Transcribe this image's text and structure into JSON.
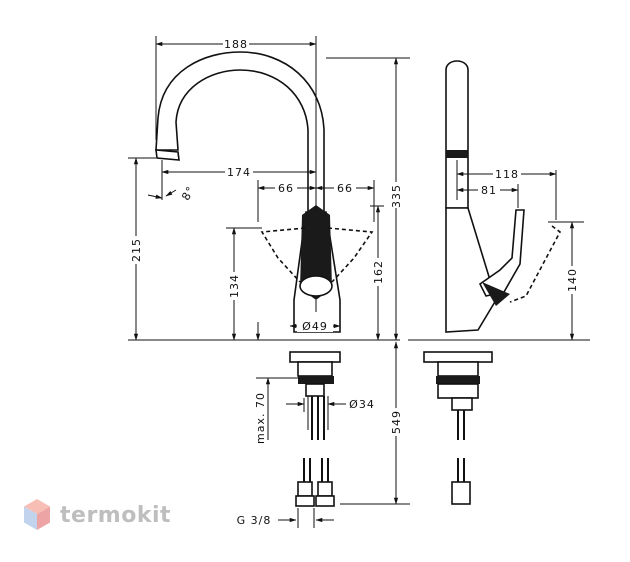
{
  "dimensions": {
    "d188": "188",
    "d174": "174",
    "d66_left": "66",
    "d66_right": "66",
    "angle": "8°",
    "d335": "335",
    "d215": "215",
    "d134": "134",
    "d162": "162",
    "d49": "Ø49",
    "d549": "549",
    "dmax70": "max. 70",
    "d34": "Ø34",
    "g38": "G 3/8",
    "d118": "118",
    "d81": "81",
    "d140": "140"
  },
  "watermark": {
    "text": "termokit",
    "colors": {
      "top": "#f08a7a",
      "left": "#8fb0e0",
      "right": "#e05a5a"
    }
  }
}
